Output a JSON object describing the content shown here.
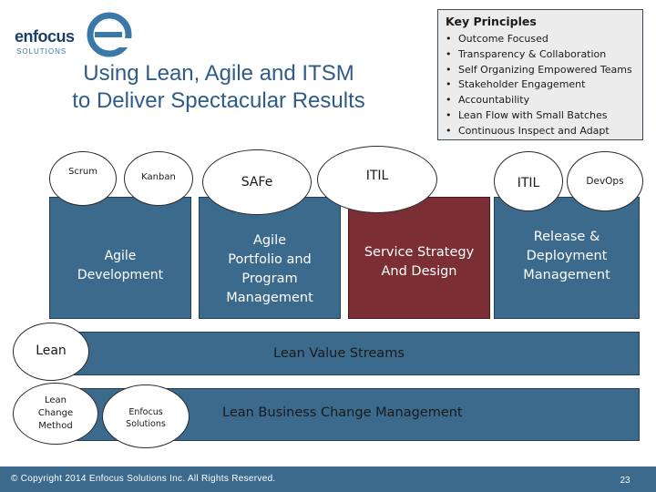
{
  "logo": {
    "word": "enfocus",
    "sub": "SOLUTIONS"
  },
  "slide": {
    "title_line1": "Using Lean, Agile and ITSM",
    "title_line2": "to Deliver Spectacular Results"
  },
  "key_principles": {
    "title": "Key Principles",
    "items": [
      "Outcome Focused",
      "Transparency & Collaboration",
      "Self Organizing Empowered Teams",
      "Stakeholder Engagement",
      "Accountability",
      "Lean Flow with Small Batches",
      "Continuous Inspect and Adapt"
    ]
  },
  "diagram": {
    "scrum": "Scrum",
    "kanban": "Kanban",
    "agile_dev_1": "Agile",
    "agile_dev_2": "Development",
    "safe": "SAFe",
    "safe_box_1": "Agile",
    "safe_box_2": "Portfolio and",
    "safe_box_3": "Program",
    "safe_box_4": "Management",
    "itil": "ITIL",
    "itil_box_1": "Service Strategy",
    "itil_box_2": "And Design",
    "itil_small": "ITIL",
    "devops": "DevOps",
    "release_1": "Release &",
    "release_2": "Deployment",
    "release_3": "Management",
    "lean": "Lean",
    "lean_value": "Lean Value Streams",
    "lcm_1": "Lean",
    "lcm_2": "Change",
    "lcm_3": "Method",
    "enfocus_1": "Enfocus",
    "enfocus_2": "Solutions",
    "lean_business": "Lean Business Change Management"
  },
  "footer": {
    "copyright": "© Copyright 2014 Enfocus Solutions Inc. All Rights Reserved.",
    "page": "23"
  },
  "colors": {
    "blue": "#3b6a8d",
    "red": "#7b2f35",
    "title": "#2f5b8a",
    "panel": "#ececec"
  }
}
